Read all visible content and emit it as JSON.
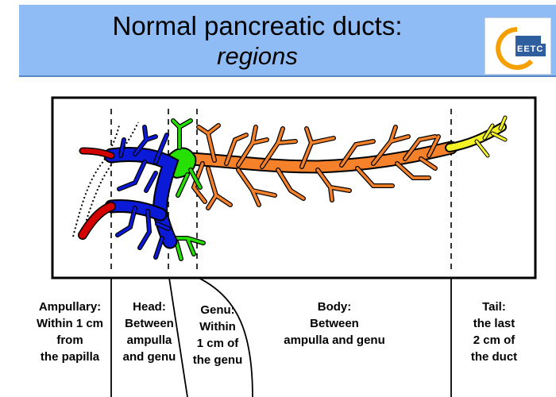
{
  "header": {
    "title_line1": "Normal pancreatic ducts:",
    "title_line2": "regions",
    "logo_text": "EETC",
    "background_color": "#8fbcf5"
  },
  "regions": [
    {
      "key": "ampullary",
      "lines": [
        "Ampullary:",
        "Within 1 cm",
        "from",
        "the papilla"
      ],
      "color": "#d40000"
    },
    {
      "key": "head",
      "lines": [
        "Head:",
        "Between",
        "ampulla",
        "and genu"
      ],
      "color": "#0a1ad6"
    },
    {
      "key": "genu",
      "lines": [
        "Genu:",
        "Within",
        "1 cm of",
        "the genu"
      ],
      "color": "#25e000"
    },
    {
      "key": "body",
      "lines": [
        "Body:",
        "Between",
        "ampulla and genu"
      ],
      "color": "#f5822a"
    },
    {
      "key": "tail",
      "lines": [
        "Tail:",
        "the last",
        "2 cm of",
        "the duct"
      ],
      "color": "#f2f226"
    }
  ]
}
